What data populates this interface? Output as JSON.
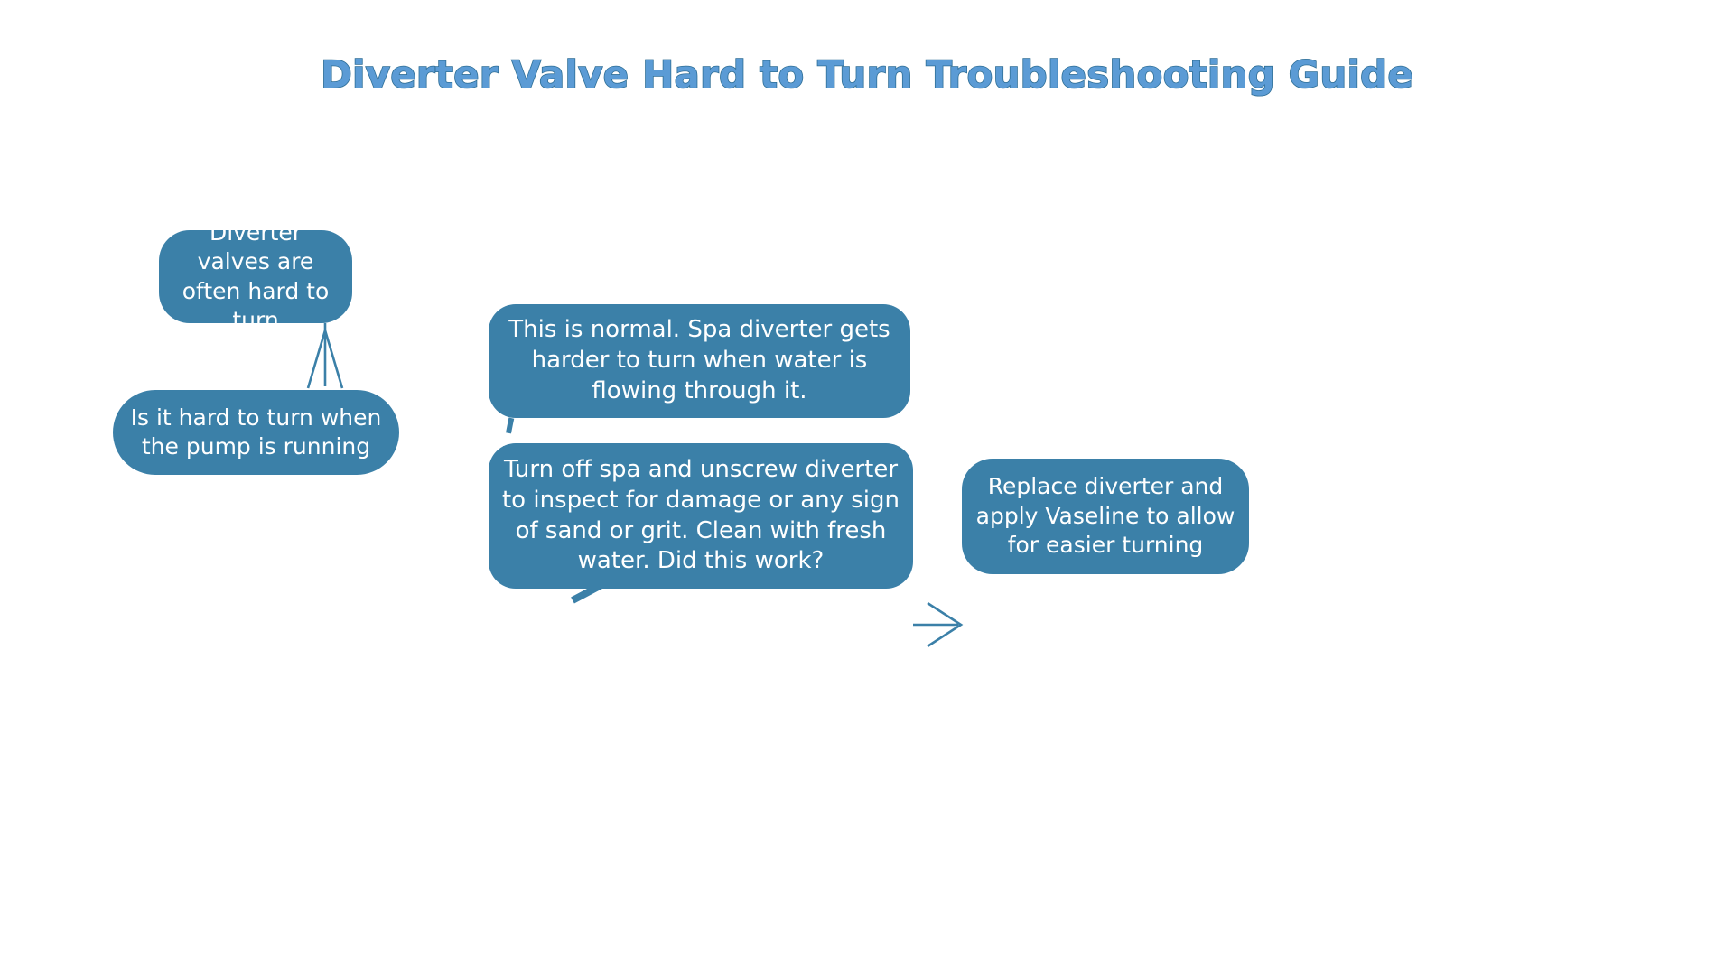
{
  "page": {
    "title": "Diverter Valve Hard to Turn Troubleshooting Guide",
    "background_color": "#ffffff"
  },
  "theme": {
    "node_fill": "#3B80A8",
    "node_text_color": "#ffffff",
    "title_fill": "#5B9BD5",
    "title_stroke": "#2E6E96",
    "connector_color": "#3B80A8"
  },
  "diagram": {
    "type": "flowchart",
    "nodes": [
      {
        "id": "start",
        "label": "Diverter valves are often hard to turn",
        "shape": "rounded-rectangle",
        "role": "start"
      },
      {
        "id": "question",
        "label": "Is it hard to turn when the pump is running",
        "shape": "rounded-rectangle",
        "role": "decision"
      },
      {
        "id": "normal",
        "label": "This is normal. Spa diverter gets harder to turn when water is flowing through it.",
        "shape": "rounded-rectangle",
        "role": "outcome"
      },
      {
        "id": "inspect",
        "label": "Turn off spa and unscrew diverter to inspect for damage or any sign of sand or grit. Clean with fresh water. Did this work?",
        "shape": "rounded-rectangle",
        "role": "action"
      },
      {
        "id": "replace",
        "label": "Replace diverter and apply Vaseline to allow for easier turning",
        "shape": "rounded-rectangle",
        "role": "outcome"
      }
    ],
    "edges": [
      {
        "id": "start-to-question",
        "from": "start",
        "to": "question",
        "style": "solid",
        "arrow": "open"
      },
      {
        "id": "question-to-normal",
        "from": "question",
        "to": "normal",
        "style": "dashed",
        "arrow": "open"
      },
      {
        "id": "question-to-inspect",
        "from": "question",
        "to": "inspect",
        "style": "dashed",
        "arrow": "open"
      },
      {
        "id": "inspect-to-replace",
        "from": "inspect",
        "to": "replace",
        "style": "solid",
        "arrow": "open"
      }
    ]
  }
}
